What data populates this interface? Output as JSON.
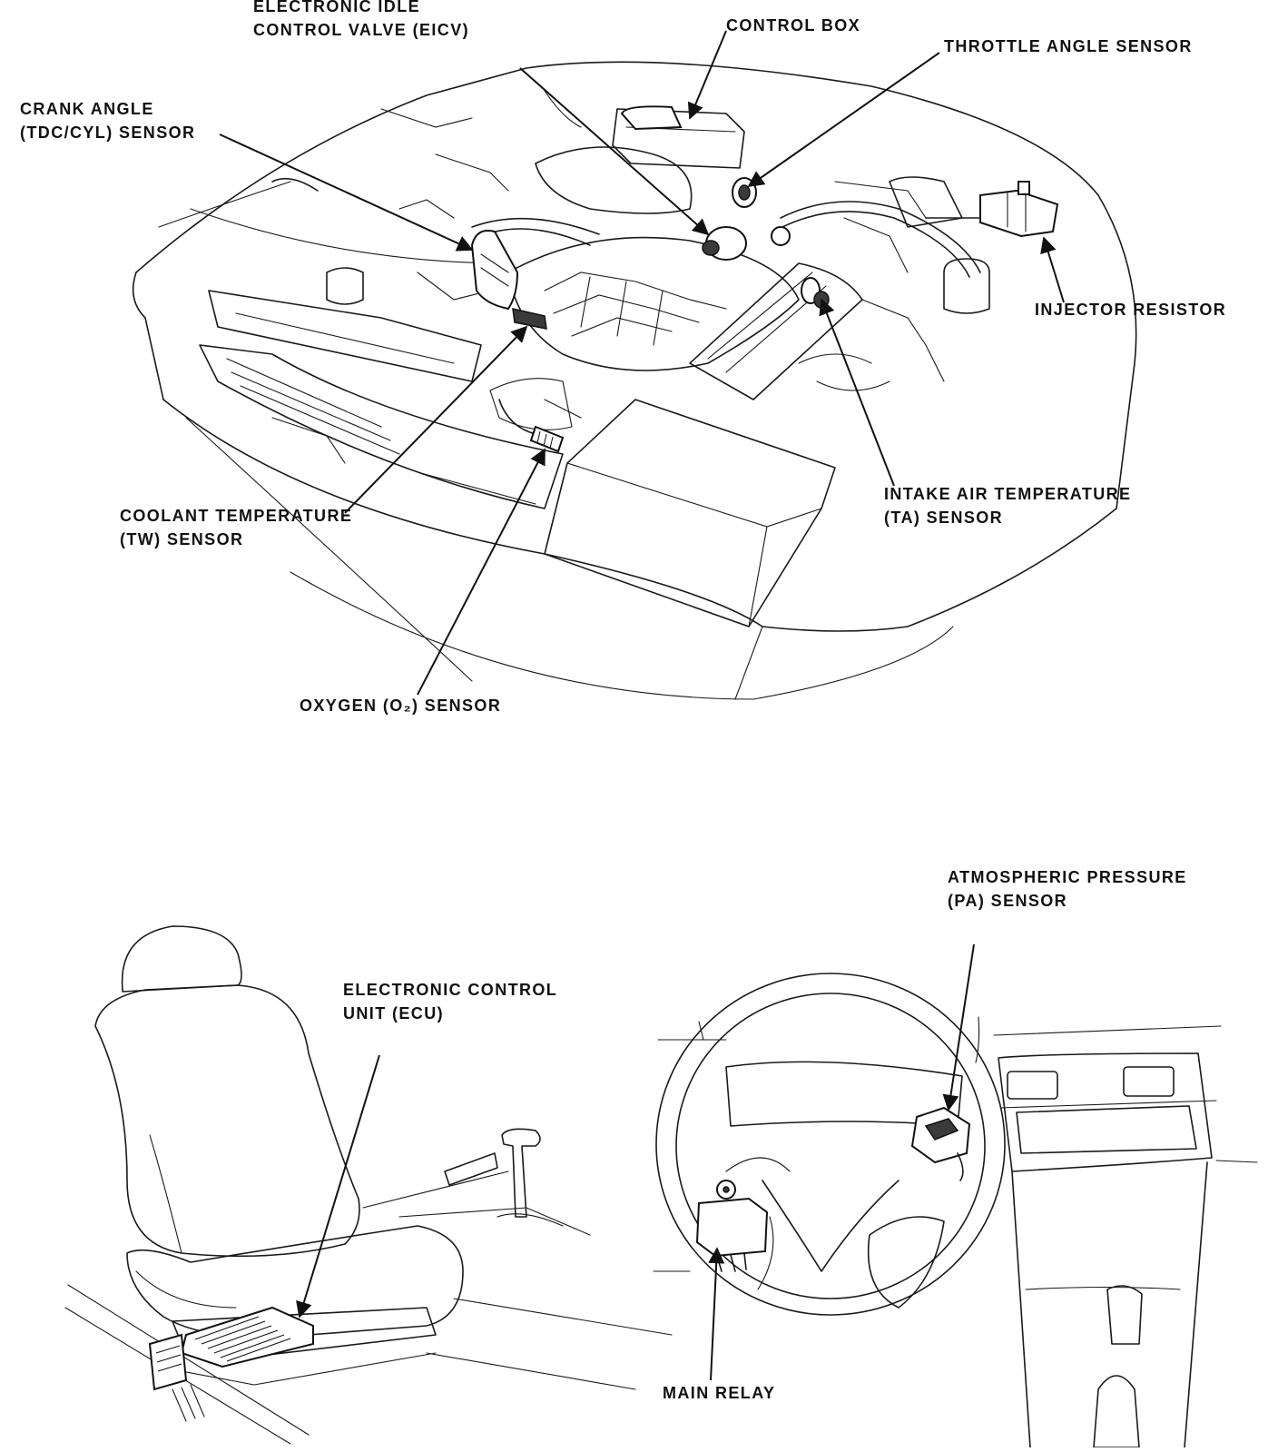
{
  "labels": {
    "eicv": {
      "line1": "ELECTRONIC IDLE",
      "line2": "CONTROL VALVE (EICV)"
    },
    "control_box": "CONTROL BOX",
    "throttle_angle_sensor": "THROTTLE ANGLE SENSOR",
    "crank_angle": {
      "line1": "CRANK ANGLE",
      "line2": "(TDC/CYL) SENSOR"
    },
    "injector_resistor": "INJECTOR RESISTOR",
    "intake_air_temp": {
      "line1": "INTAKE AIR TEMPERATURE",
      "line2": "(TA) SENSOR"
    },
    "coolant_temp": {
      "line1": "COOLANT TEMPERATURE",
      "line2": "(TW) SENSOR"
    },
    "oxygen_sensor": "OXYGEN (O₂) SENSOR",
    "atmospheric_pressure": {
      "line1": "ATMOSPHERIC PRESSURE",
      "line2": "(PA) SENSOR"
    },
    "ecu": {
      "line1": "ELECTRONIC CONTROL",
      "line2": "UNIT (ECU)"
    },
    "main_relay": "MAIN RELAY"
  }
}
